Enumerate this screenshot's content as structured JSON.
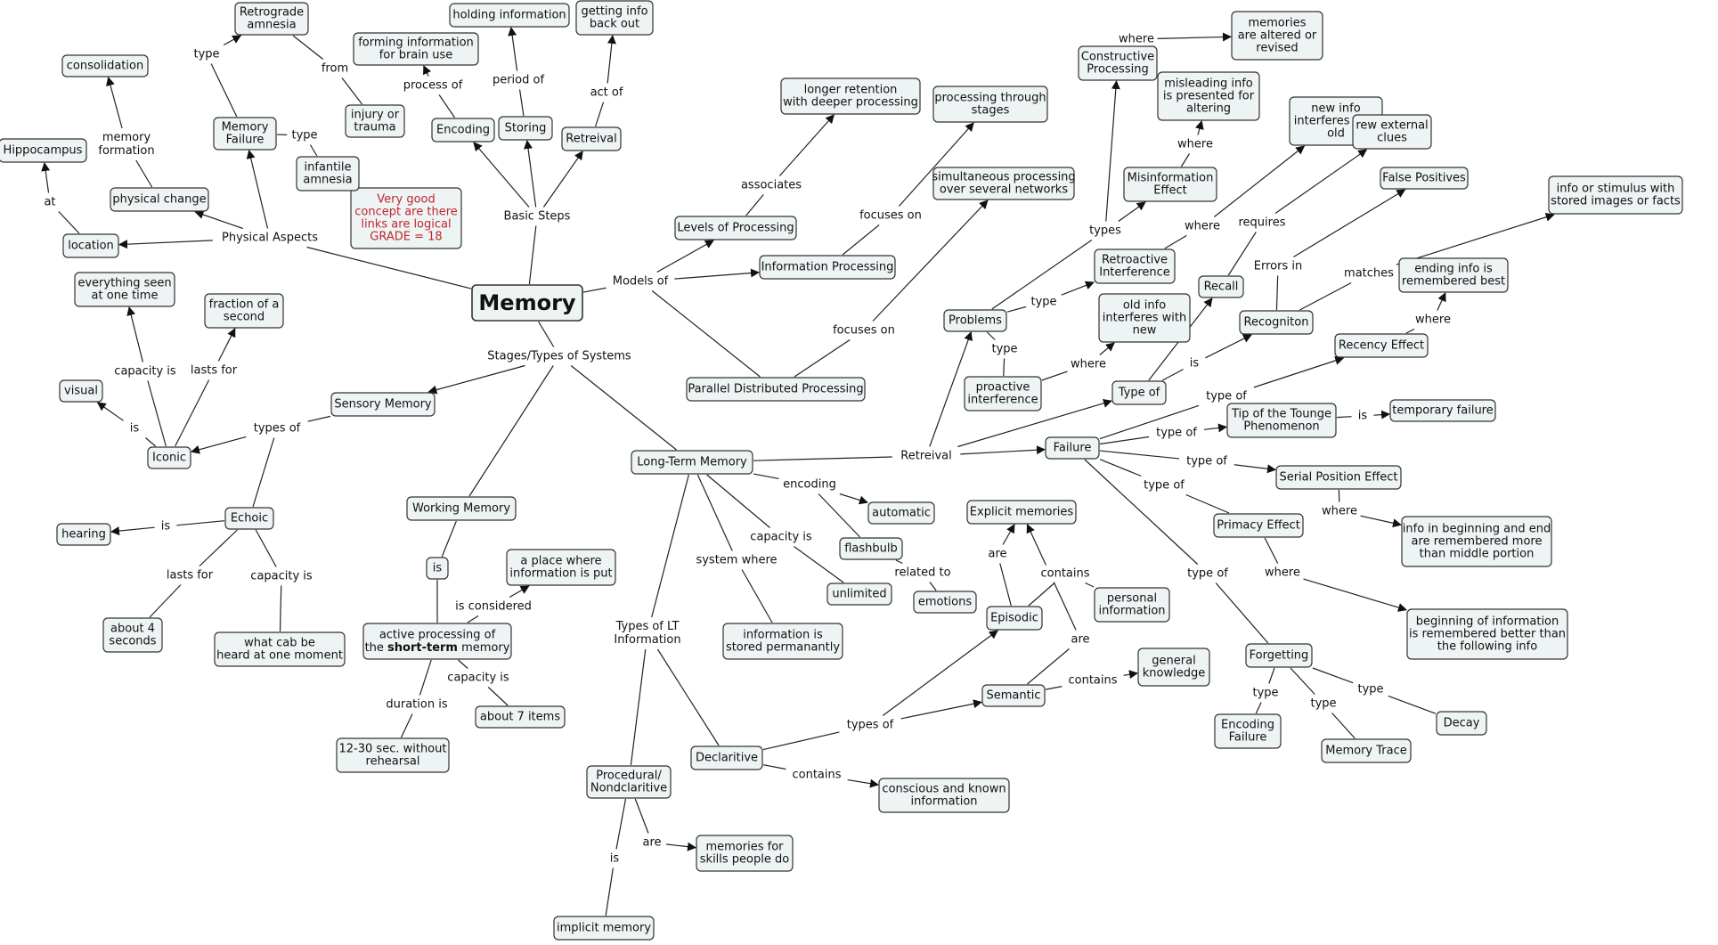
{
  "concept_map": {
    "nodes": [
      {
        "id": "memory",
        "lines": [
          "Memory"
        ],
        "kind": "main"
      },
      {
        "id": "grade",
        "lines": [
          "Very good",
          "concept are there",
          "links are logical",
          "GRADE = 18"
        ],
        "kind": "note"
      },
      {
        "id": "retrograde",
        "lines": [
          "Retrograde",
          "amnesia"
        ]
      },
      {
        "id": "consolidation",
        "lines": [
          "consolidation"
        ]
      },
      {
        "id": "hippocampus",
        "lines": [
          "Hippocampus"
        ]
      },
      {
        "id": "memfailure",
        "lines": [
          "Memory",
          "Failure"
        ]
      },
      {
        "id": "injury",
        "lines": [
          "injury or",
          "trauma"
        ]
      },
      {
        "id": "forming",
        "lines": [
          "forming information",
          "for brain use"
        ]
      },
      {
        "id": "holding",
        "lines": [
          "holding information"
        ]
      },
      {
        "id": "gettinginfo",
        "lines": [
          "getting info",
          "back out"
        ]
      },
      {
        "id": "encoding",
        "lines": [
          "Encoding"
        ]
      },
      {
        "id": "storing",
        "lines": [
          "Storing"
        ]
      },
      {
        "id": "retreival",
        "lines": [
          "Retreival"
        ]
      },
      {
        "id": "infantile",
        "lines": [
          "infantile",
          "amnesia"
        ]
      },
      {
        "id": "physchange",
        "lines": [
          "physical change"
        ]
      },
      {
        "id": "location",
        "lines": [
          "location"
        ]
      },
      {
        "id": "everything",
        "lines": [
          "everything seen",
          "at one time"
        ]
      },
      {
        "id": "fraction",
        "lines": [
          "fraction of a",
          "second"
        ]
      },
      {
        "id": "visual",
        "lines": [
          "visual"
        ]
      },
      {
        "id": "iconic",
        "lines": [
          "Iconic"
        ]
      },
      {
        "id": "sensory",
        "lines": [
          "Sensory Memory"
        ]
      },
      {
        "id": "echoic",
        "lines": [
          "Echoic"
        ]
      },
      {
        "id": "hearing",
        "lines": [
          "hearing"
        ]
      },
      {
        "id": "about4",
        "lines": [
          "about 4",
          "seconds"
        ]
      },
      {
        "id": "whatcab",
        "lines": [
          "what cab be",
          "heard at one moment"
        ]
      },
      {
        "id": "working",
        "lines": [
          "Working Memory"
        ]
      },
      {
        "id": "isnode",
        "lines": [
          "is"
        ]
      },
      {
        "id": "aplace",
        "lines": [
          "a place where",
          "information is put"
        ]
      },
      {
        "id": "active",
        "lines": [
          "active processing of",
          "the |short-term| memory"
        ]
      },
      {
        "id": "about7",
        "lines": [
          "about 7 items"
        ]
      },
      {
        "id": "twelve",
        "lines": [
          "12-30 sec. without",
          "rehearsal"
        ]
      },
      {
        "id": "longer",
        "lines": [
          "longer retention",
          "with deeper processing"
        ]
      },
      {
        "id": "levels",
        "lines": [
          "Levels of Processing"
        ]
      },
      {
        "id": "procstages",
        "lines": [
          "processing through",
          "stages"
        ]
      },
      {
        "id": "infoproc",
        "lines": [
          "Information Processing"
        ]
      },
      {
        "id": "simultaneous",
        "lines": [
          "simultaneous processing",
          "over several networks"
        ]
      },
      {
        "id": "pdp",
        "lines": [
          "Parallel Distributed Processing"
        ]
      },
      {
        "id": "ltm",
        "lines": [
          "Long-Term Memory"
        ]
      },
      {
        "id": "automatic",
        "lines": [
          "automatic"
        ]
      },
      {
        "id": "flashbulb",
        "lines": [
          "flashbulb"
        ]
      },
      {
        "id": "unlimited",
        "lines": [
          "unlimited"
        ]
      },
      {
        "id": "emotions",
        "lines": [
          "emotions"
        ]
      },
      {
        "id": "infostored",
        "lines": [
          "information is",
          "stored permanantly"
        ]
      },
      {
        "id": "procedural",
        "lines": [
          "Procedural/",
          "Nondclaritive"
        ]
      },
      {
        "id": "declaritive",
        "lines": [
          "Declaritive"
        ]
      },
      {
        "id": "memskills",
        "lines": [
          "memories for",
          "skills people do"
        ]
      },
      {
        "id": "implicit",
        "lines": [
          "implicit memory"
        ]
      },
      {
        "id": "conscious",
        "lines": [
          "conscious and known",
          "information"
        ]
      },
      {
        "id": "explicit",
        "lines": [
          "Explicit memories"
        ]
      },
      {
        "id": "episodic",
        "lines": [
          "Episodic"
        ]
      },
      {
        "id": "personal",
        "lines": [
          "personal",
          "information"
        ]
      },
      {
        "id": "semantic",
        "lines": [
          "Semantic"
        ]
      },
      {
        "id": "general",
        "lines": [
          "general",
          "knowledge"
        ]
      },
      {
        "id": "constructive",
        "lines": [
          "Constructive",
          "Processing"
        ]
      },
      {
        "id": "altered",
        "lines": [
          "memories",
          "are altered or",
          "revised"
        ]
      },
      {
        "id": "misleading",
        "lines": [
          "misleading info",
          "is presented for",
          "altering"
        ]
      },
      {
        "id": "misinfo",
        "lines": [
          "Misinformation",
          "Effect"
        ]
      },
      {
        "id": "newinfo",
        "lines": [
          "new info",
          "interferes with",
          "old"
        ]
      },
      {
        "id": "retroactive",
        "lines": [
          "Retroactive",
          "Interference"
        ]
      },
      {
        "id": "problems",
        "lines": [
          "Problems"
        ]
      },
      {
        "id": "proactive",
        "lines": [
          "proactive",
          "interference"
        ]
      },
      {
        "id": "oldinfo",
        "lines": [
          "old info",
          "interferes with",
          "new"
        ]
      },
      {
        "id": "typeof",
        "lines": [
          "Type of"
        ]
      },
      {
        "id": "recall",
        "lines": [
          "Recall"
        ]
      },
      {
        "id": "recogniton",
        "lines": [
          "Recogniton"
        ]
      },
      {
        "id": "rewclues",
        "lines": [
          "rew external",
          "clues"
        ]
      },
      {
        "id": "falsepos",
        "lines": [
          "False Positives"
        ]
      },
      {
        "id": "infostim",
        "lines": [
          "info or stimulus with",
          "stored images or facts"
        ]
      },
      {
        "id": "ending",
        "lines": [
          "ending info is",
          "remembered best"
        ]
      },
      {
        "id": "recency",
        "lines": [
          "Recency Effect"
        ]
      },
      {
        "id": "failure",
        "lines": [
          "Failure"
        ]
      },
      {
        "id": "tip",
        "lines": [
          "Tip of the Tounge",
          "Phenomenon"
        ]
      },
      {
        "id": "tempfail",
        "lines": [
          "temporary failure"
        ]
      },
      {
        "id": "serial",
        "lines": [
          "Serial Position Effect"
        ]
      },
      {
        "id": "primacy",
        "lines": [
          "Primacy Effect"
        ]
      },
      {
        "id": "infobegin",
        "lines": [
          "info in beginning and end",
          "are remembered more",
          "than  middle portion"
        ]
      },
      {
        "id": "beginning",
        "lines": [
          "beginning of information",
          "is remembered better than",
          "the following info"
        ]
      },
      {
        "id": "forgetting",
        "lines": [
          "Forgetting"
        ]
      },
      {
        "id": "encfail",
        "lines": [
          "Encoding",
          "Failure"
        ]
      },
      {
        "id": "memtrace",
        "lines": [
          "Memory Trace"
        ]
      },
      {
        "id": "decay",
        "lines": [
          "Decay"
        ]
      }
    ],
    "labels": [
      {
        "id": "l_physaspects",
        "text": "Physical Aspects"
      },
      {
        "id": "l_basicsteps",
        "text": "Basic Steps"
      },
      {
        "id": "l_modelsof",
        "text": "Models of"
      },
      {
        "id": "l_stages",
        "text": "Stages/Types of Systems"
      },
      {
        "id": "l_type1",
        "text": "type"
      },
      {
        "id": "l_from",
        "text": "from"
      },
      {
        "id": "l_type2",
        "text": "type"
      },
      {
        "id": "l_memform",
        "text": "memory\nformation"
      },
      {
        "id": "l_at",
        "text": "at"
      },
      {
        "id": "l_processof",
        "text": "process of"
      },
      {
        "id": "l_periodof",
        "text": "period of"
      },
      {
        "id": "l_actof",
        "text": "act of"
      },
      {
        "id": "l_associates",
        "text": "associates"
      },
      {
        "id": "l_focuson1",
        "text": "focuses on"
      },
      {
        "id": "l_focuson2",
        "text": "focuses on"
      },
      {
        "id": "l_capis1",
        "text": "capacity is"
      },
      {
        "id": "l_lastsfor1",
        "text": "lasts for"
      },
      {
        "id": "l_is1",
        "text": "is"
      },
      {
        "id": "l_typesof",
        "text": "types of"
      },
      {
        "id": "l_is2",
        "text": "is"
      },
      {
        "id": "l_lastsfor2",
        "text": "lasts for"
      },
      {
        "id": "l_capis2",
        "text": "capacity is"
      },
      {
        "id": "l_isconsidered",
        "text": "is considered"
      },
      {
        "id": "l_capis3",
        "text": "capacity is"
      },
      {
        "id": "l_duration",
        "text": "duration is"
      },
      {
        "id": "l_retrieval",
        "text": "Retreival"
      },
      {
        "id": "l_encoding",
        "text": "encoding"
      },
      {
        "id": "l_capis4",
        "text": "capacity is"
      },
      {
        "id": "l_relatedto",
        "text": "related to"
      },
      {
        "id": "l_systemwhere",
        "text": "system where"
      },
      {
        "id": "l_typeslt",
        "text": "Types of LT\nInformation"
      },
      {
        "id": "l_are1",
        "text": "are"
      },
      {
        "id": "l_is3",
        "text": "is"
      },
      {
        "id": "l_typesof2",
        "text": "types of"
      },
      {
        "id": "l_contains1",
        "text": "contains"
      },
      {
        "id": "l_are2",
        "text": "are"
      },
      {
        "id": "l_contains2",
        "text": "contains"
      },
      {
        "id": "l_are3",
        "text": "are"
      },
      {
        "id": "l_contains3",
        "text": "contains"
      },
      {
        "id": "l_where1",
        "text": "where"
      },
      {
        "id": "l_where2",
        "text": "where"
      },
      {
        "id": "l_types",
        "text": "types"
      },
      {
        "id": "l_where3",
        "text": "where"
      },
      {
        "id": "l_type3",
        "text": "type"
      },
      {
        "id": "l_type4",
        "text": "type"
      },
      {
        "id": "l_where4",
        "text": "where"
      },
      {
        "id": "l_requires",
        "text": "requires"
      },
      {
        "id": "l_errorsin",
        "text": "Errors in"
      },
      {
        "id": "l_matches",
        "text": "matches"
      },
      {
        "id": "l_is4",
        "text": "is"
      },
      {
        "id": "l_where5",
        "text": "where"
      },
      {
        "id": "l_typeof1",
        "text": "type of"
      },
      {
        "id": "l_typeof2",
        "text": "type of"
      },
      {
        "id": "l_is5",
        "text": "is"
      },
      {
        "id": "l_typeof3",
        "text": "type of"
      },
      {
        "id": "l_typeof4",
        "text": "type of"
      },
      {
        "id": "l_where6",
        "text": "where"
      },
      {
        "id": "l_where7",
        "text": "where"
      },
      {
        "id": "l_typeof5",
        "text": "type of"
      },
      {
        "id": "l_type5",
        "text": "type"
      },
      {
        "id": "l_type6",
        "text": "type"
      },
      {
        "id": "l_type7",
        "text": "type"
      }
    ]
  }
}
